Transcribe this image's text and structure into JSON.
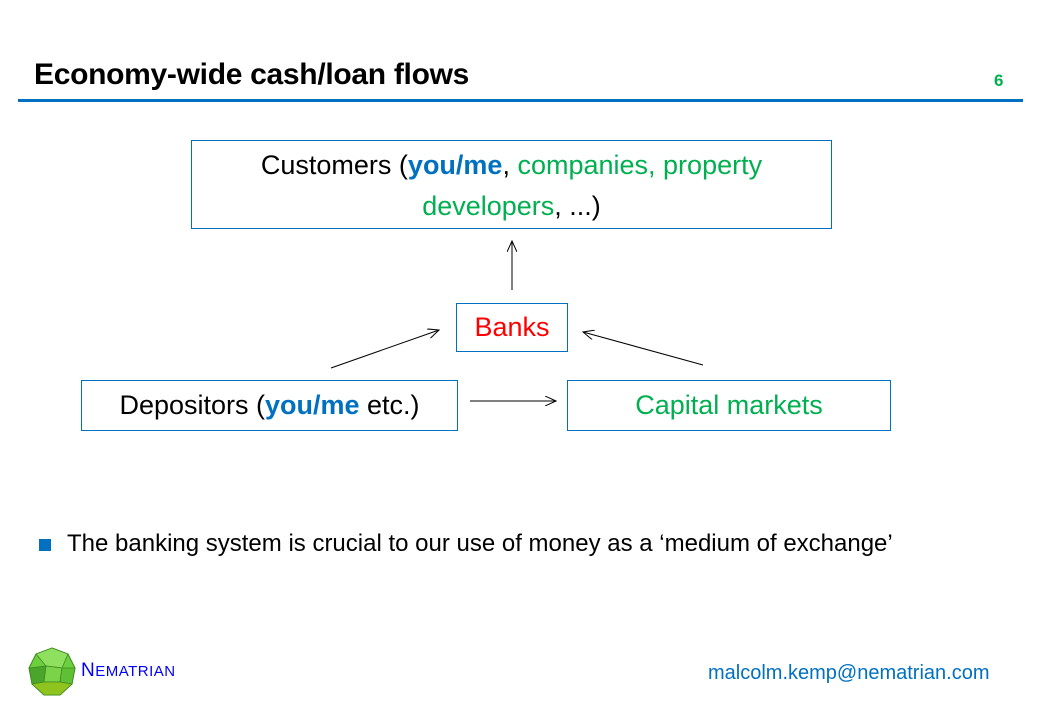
{
  "slide": {
    "title": "Economy-wide cash/loan flows",
    "page_number": "6"
  },
  "diagram": {
    "customers": {
      "prefix": "Customers (",
      "you_me": "you/me",
      "sep1": ", ",
      "companies": "companies, property",
      "line2_green": "developers",
      "suffix": ", ...)"
    },
    "banks": {
      "label": "Banks"
    },
    "depositors": {
      "prefix": "Depositors (",
      "you_me": "you/me",
      "suffix": " etc.)"
    },
    "capital_markets": {
      "label": "Capital markets"
    },
    "arrows": [
      {
        "from": "banks",
        "to": "customers"
      },
      {
        "from": "depositors",
        "to": "banks"
      },
      {
        "from": "capital_markets",
        "to": "banks"
      },
      {
        "from": "depositors",
        "to": "capital_markets"
      }
    ]
  },
  "bullets": [
    {
      "text": "The banking system is crucial to our use of money as a ‘medium of exchange’"
    }
  ],
  "footer": {
    "logo_first": "N",
    "logo_rest": "EMATRIAN",
    "email": "malcolm.kemp@nematrian.com"
  },
  "colors": {
    "accent_blue": "#0070c0",
    "green": "#00b050",
    "red": "#ff0000"
  }
}
